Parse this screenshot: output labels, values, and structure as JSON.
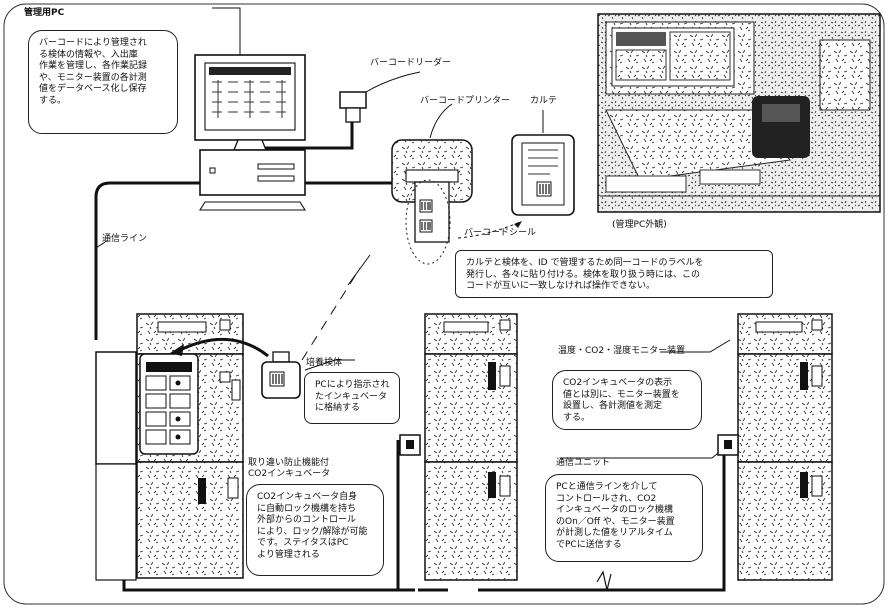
{
  "labels": {
    "pc_title": "管理用PC",
    "barcode_reader": "バーコードリーダー",
    "barcode_printer": "バーコードプリンター",
    "karte": "カルテ",
    "barcode_label": "バーコードシール",
    "photo_caption": "(管理PC外観)",
    "comm_line": "通信ライン",
    "culture_bottle": "培養検体",
    "incubator_title": "取り違い防止機能付\nCO2インキュベータ",
    "monitor_title": "温度・CO2・湿度モニター装置",
    "comm_unit": "通信ユニット"
  },
  "notes": {
    "pc": "バーコードにより管理され\nる検体の情報や、入出庫\n作業を管理し、各作業記録\nや、モニター装置の各計測\n値をデータベース化し保存\nする。",
    "label": "カルテと検体を、ID で管理するため同一コードのラベルを\n発行し、各々に貼り付ける。検体を取り扱う時には、この\nコードが互いに一致しなければ操作できない。",
    "culture": "PCにより指示され\nたインキュベータ\nに格納する",
    "monitor": "CO2インキュベータの表示\n値とは別に、モニター装置を\n設置し、各計測値を測定\nする。",
    "incubator": "CO2インキュベータ自身\nに自動ロック機構を持ち\n外部からのコントロール\nにより、ロック/解除が可能\nです。ステイタスはPC\nより管理される",
    "comm": "PCと通信ラインを介して\nコントロールされ、CO2\nインキュベータのロック機構\nのOn／Off や、モニター装置\nが計測した値をリアルタイム\nでPCに送信する"
  }
}
